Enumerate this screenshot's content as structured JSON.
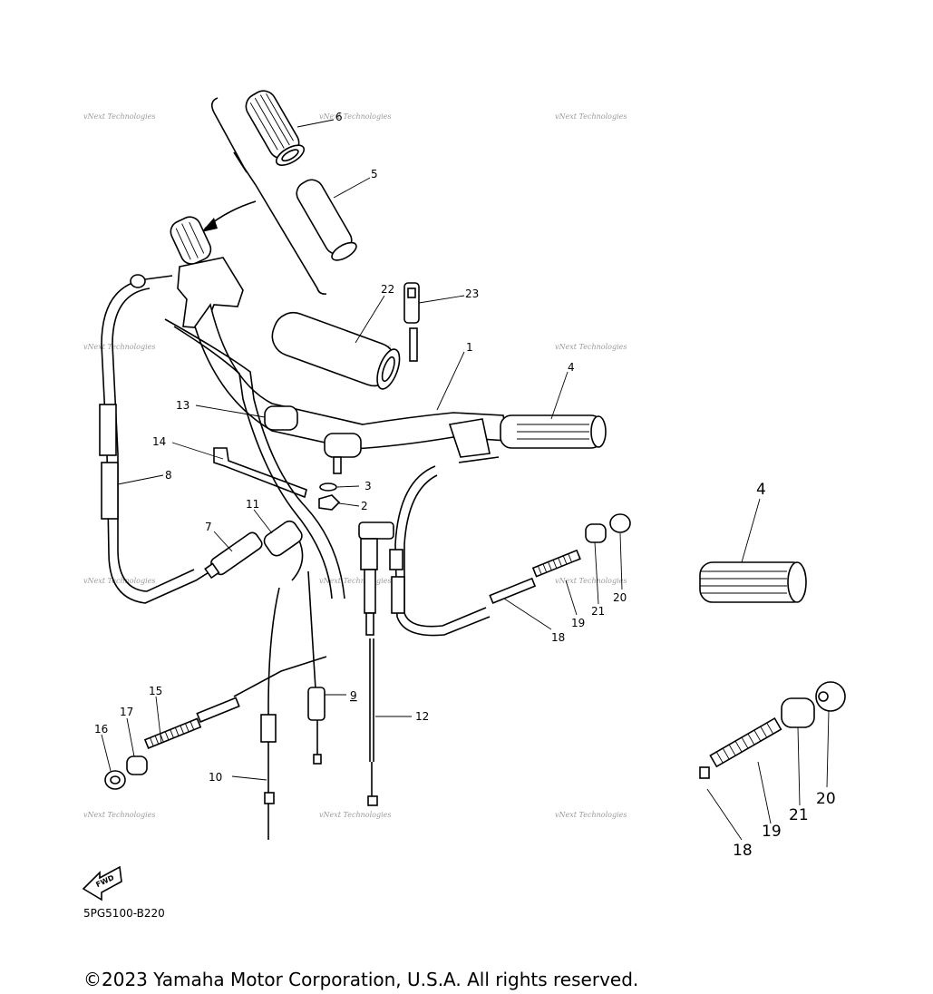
{
  "watermark": "vNext Technologies",
  "callouts": {
    "c1": "1",
    "c2": "2",
    "c3": "3",
    "c4": "4",
    "c5": "5",
    "c6": "6",
    "c7": "7",
    "c8": "8",
    "c9": "9",
    "c10": "10",
    "c11": "11",
    "c12": "12",
    "c13": "13",
    "c14": "14",
    "c15": "15",
    "c16": "16",
    "c17": "17",
    "c18": "18",
    "c19": "19",
    "c20": "20",
    "c21": "21",
    "c22": "22",
    "c23": "23"
  },
  "detail_callouts": {
    "c4": "4",
    "c18": "18",
    "c19": "19",
    "c20": "20",
    "c21": "21"
  },
  "fwd_label": "FWD",
  "diagram_code": "5PG5100-B220",
  "copyright": "©2023 Yamaha Motor Corporation, U.S.A. All rights reserved."
}
